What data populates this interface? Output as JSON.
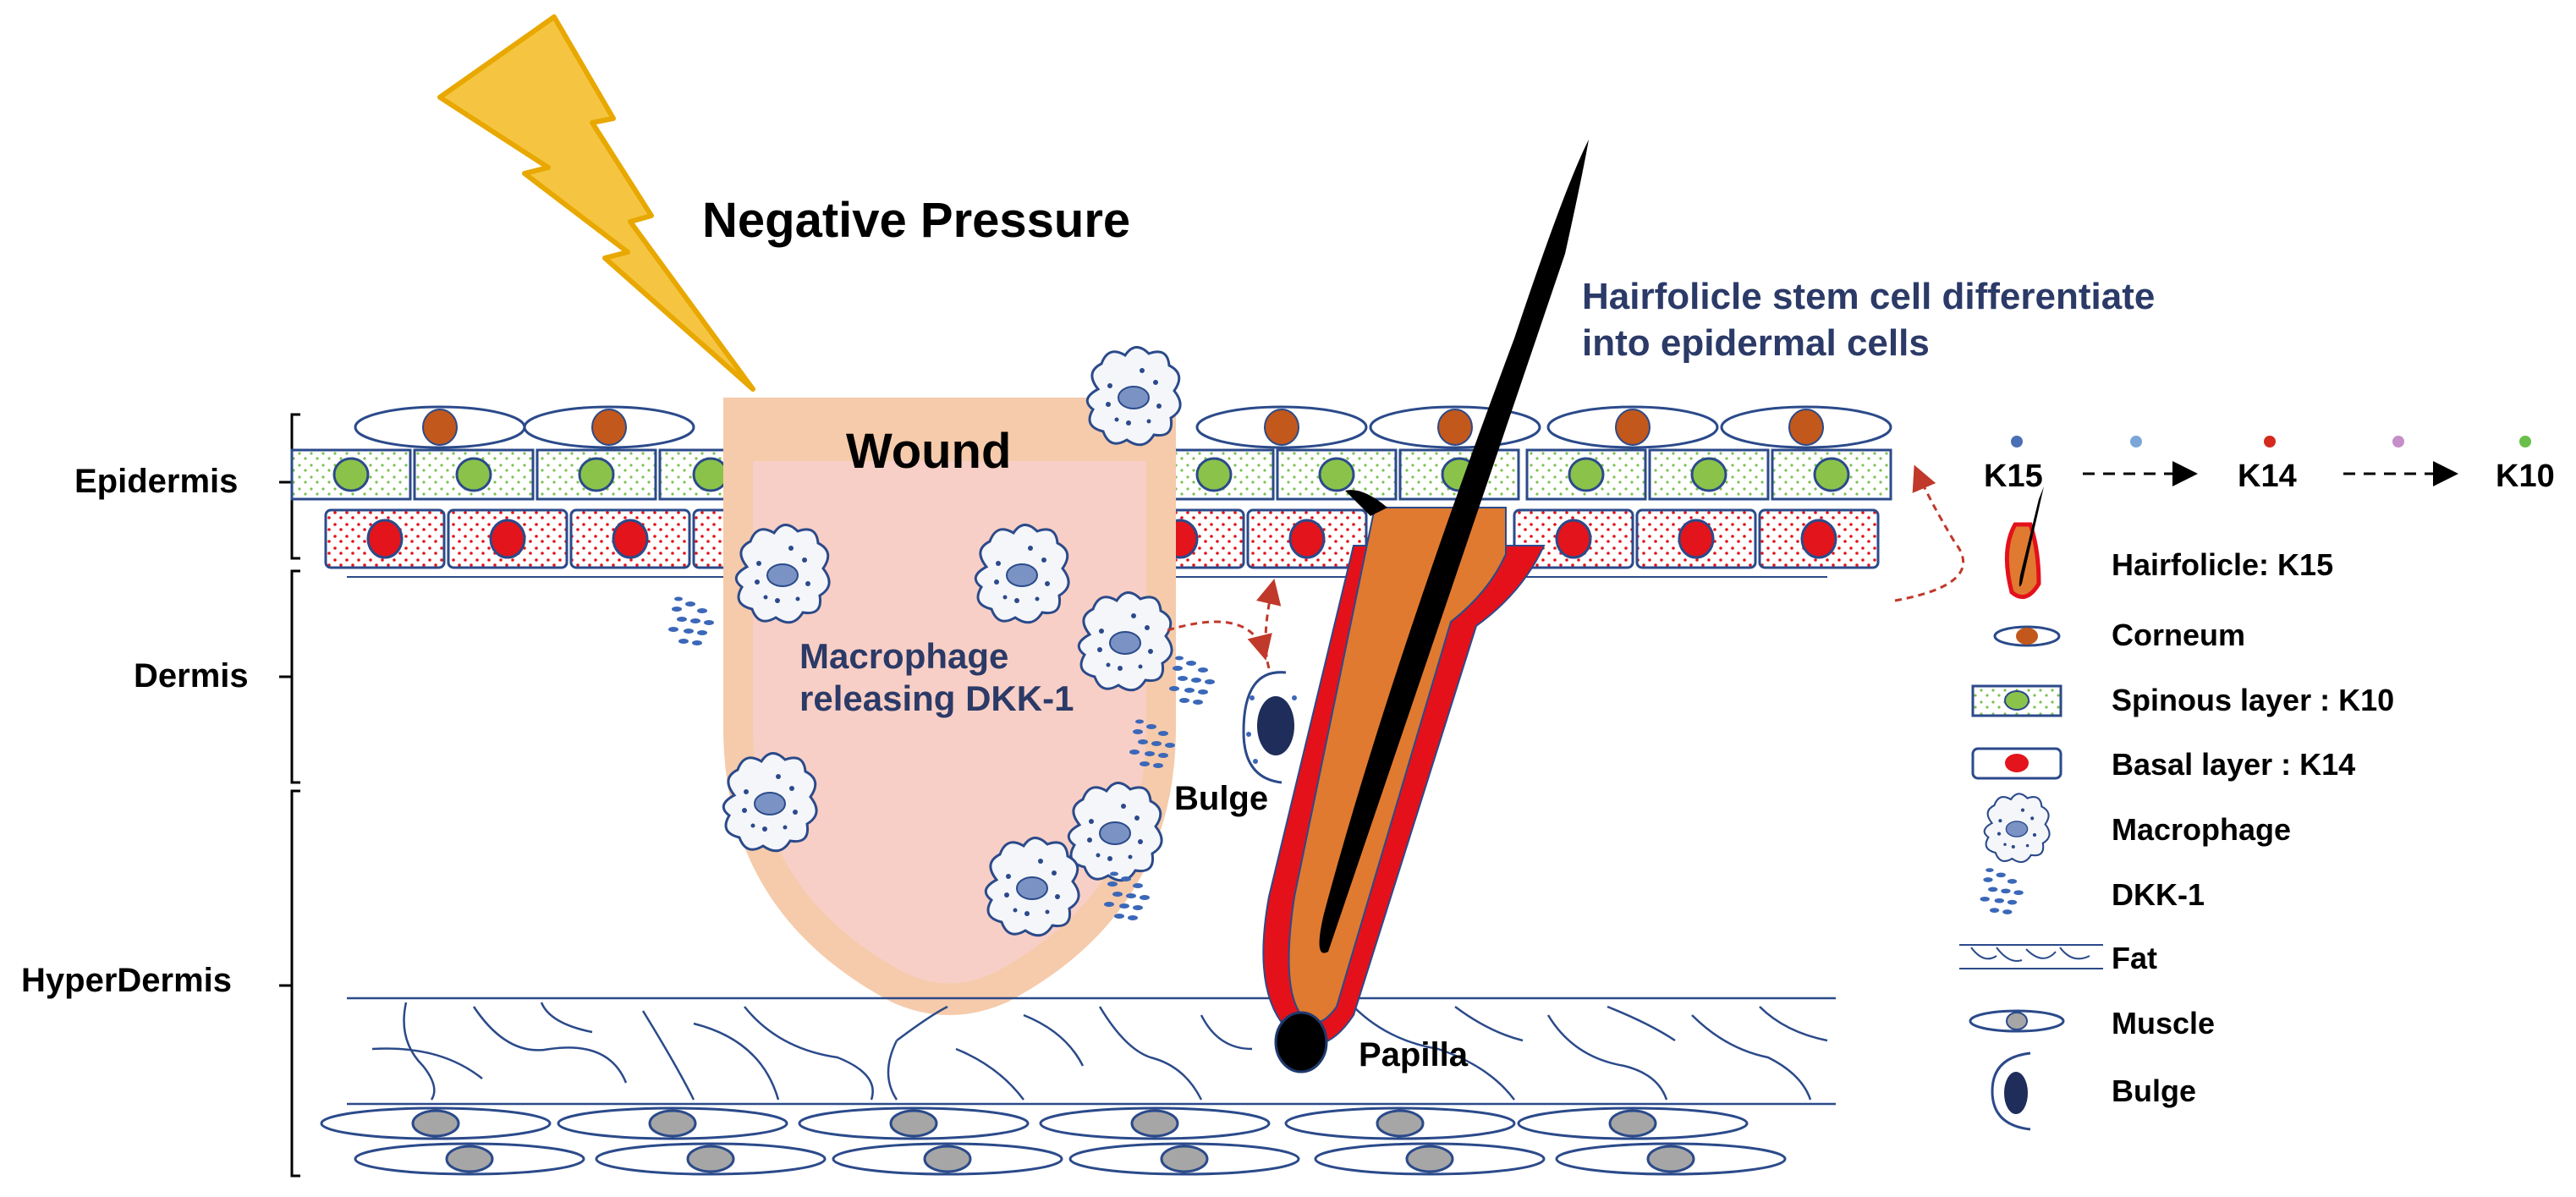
{
  "title": "Negative Pressure",
  "wound_label": "Wound",
  "annotation": {
    "line1": "Hairfolicle stem cell differentiate",
    "line2": "into epidermal cells"
  },
  "macrophage_label": {
    "line1": "Macrophage",
    "line2": "releasing DKK-1"
  },
  "bulge_label": "Bulge",
  "papilla_label": "Papilla",
  "layers": {
    "epidermis": "Epidermis",
    "dermis": "Dermis",
    "hyperdermis": "HyperDermis"
  },
  "sequence": {
    "k15": "K15",
    "k14": "K14",
    "k10": "K10",
    "dot_colors": [
      "#4a6fb5",
      "#7aa7d8",
      "#d42a1e",
      "#c58ec8",
      "#6abf4b"
    ]
  },
  "legend": [
    {
      "icon": "hair-follicle-icon",
      "label": "Hairfolicle: K15"
    },
    {
      "icon": "corneum-icon",
      "label": "Corneum"
    },
    {
      "icon": "spinous-cell-icon",
      "label": "Spinous layer : K10"
    },
    {
      "icon": "basal-cell-icon",
      "label": "Basal layer : K14"
    },
    {
      "icon": "macrophage-icon",
      "label": "Macrophage"
    },
    {
      "icon": "dkk1-icon",
      "label": "DKK-1"
    },
    {
      "icon": "fat-icon",
      "label": "Fat"
    },
    {
      "icon": "muscle-icon",
      "label": "Muscle"
    },
    {
      "icon": "bulge-icon",
      "label": "Bulge"
    }
  ],
  "colors": {
    "corneum_nucleus": "#c2581b",
    "spinous_nucleus": "#8bc34a",
    "basal_nucleus": "#e3141b",
    "cell_outline": "#2b4a8a",
    "macrophage_nucleus": "#7a93c4",
    "wound": "#f8cfc3",
    "wound_border": "#f5c7a9",
    "lightning": "#f5c542",
    "hair_outer": "#e4111b",
    "hair_inner": "#e07a30",
    "arrow": "#c0392b"
  }
}
